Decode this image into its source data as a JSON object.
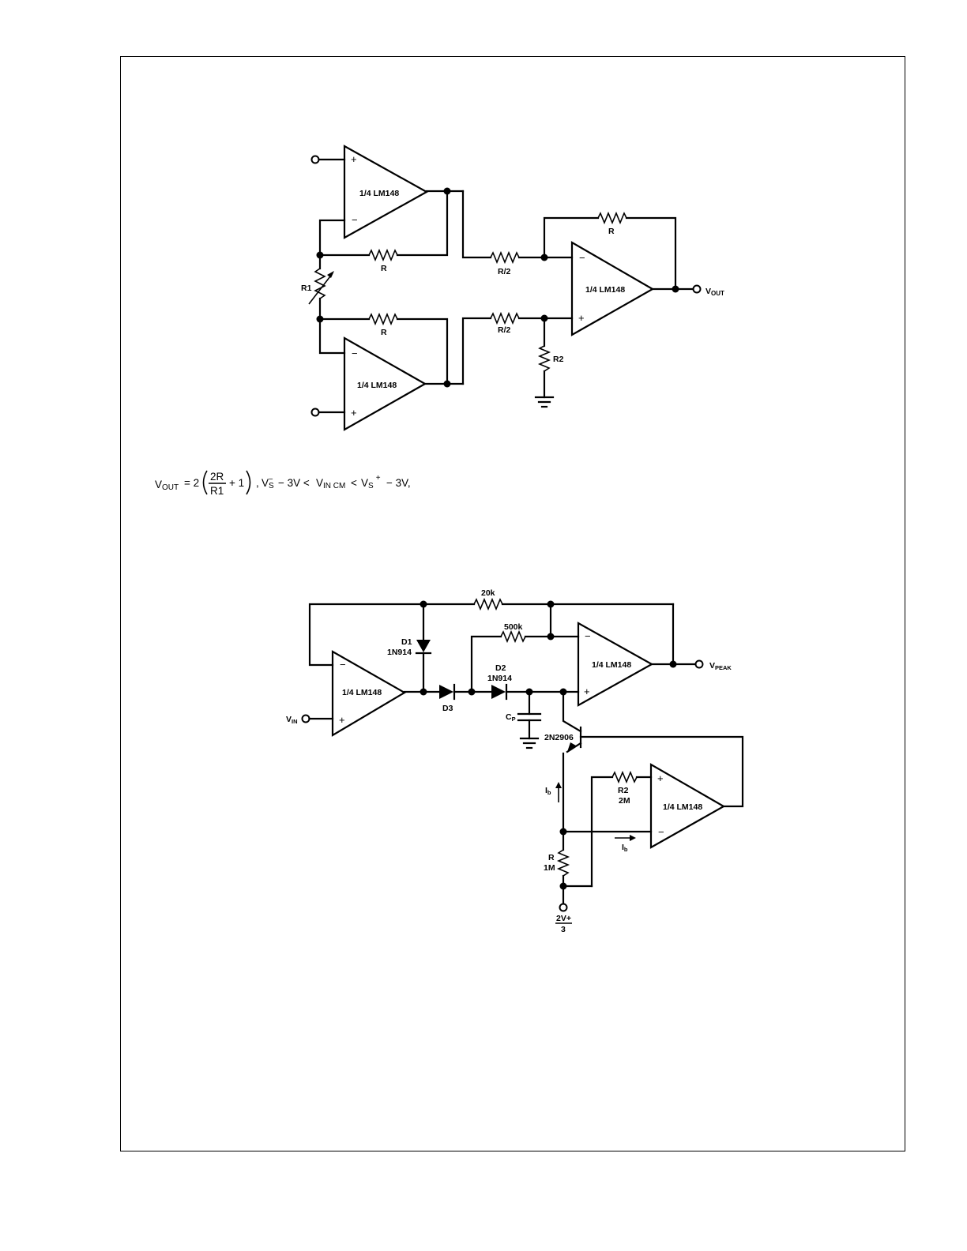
{
  "circuit1": {
    "opamp_top": "1/4 LM148",
    "opamp_bottom": "1/4 LM148",
    "opamp_out": "1/4 LM148",
    "r_top": "R",
    "r_bottom": "R",
    "r_in_top": "R/2",
    "r_in_bottom": "R/2",
    "r_feedback": "R",
    "r1": "R1",
    "r2": "R2",
    "vout_main": "V",
    "vout_sub": "OUT",
    "plus": "+",
    "minus": "−"
  },
  "equation": {
    "vout_v": "V",
    "vout_sub": "OUT",
    "eq_two": "= 2",
    "frac_num": "2R",
    "frac_den": "R1",
    "plus_one": "+ 1",
    "comma1": ",",
    "vs_minus_v": "V",
    "vs_minus_sub": "S",
    "vs_minus_sup": "−",
    "minus_3v_1": "− 3V <",
    "vincm_v": "V",
    "vincm_sub": "IN CM",
    "lt": "<",
    "vs_plus_v": "V",
    "vs_plus_sub": "S",
    "vs_plus_sup": "+",
    "minus_3v_2": "− 3V,"
  },
  "circuit2": {
    "r20k": "20k",
    "r500k": "500k",
    "d1_name": "D1",
    "d1_part": "1N914",
    "d2_name": "D2",
    "d2_part": "1N914",
    "d3": "D3",
    "cp_c": "C",
    "cp_sub": "P",
    "transistor": "2N2906",
    "opamp_in": "1/4 LM148",
    "opamp_peak": "1/4 LM148",
    "opamp_bias": "1/4 LM148",
    "vin_v": "V",
    "vin_sub": "IN",
    "vpeak_v": "V",
    "vpeak_sub": "PEAK",
    "ib1_i": "I",
    "ib1_sub": "b",
    "ib2_i": "I",
    "ib2_sub": "b",
    "r2_name": "R2",
    "r2_val": "2M",
    "r_name": "R",
    "r_val": "1M",
    "supply_num": "2V+",
    "supply_den": "3",
    "plus": "+",
    "minus": "−"
  }
}
